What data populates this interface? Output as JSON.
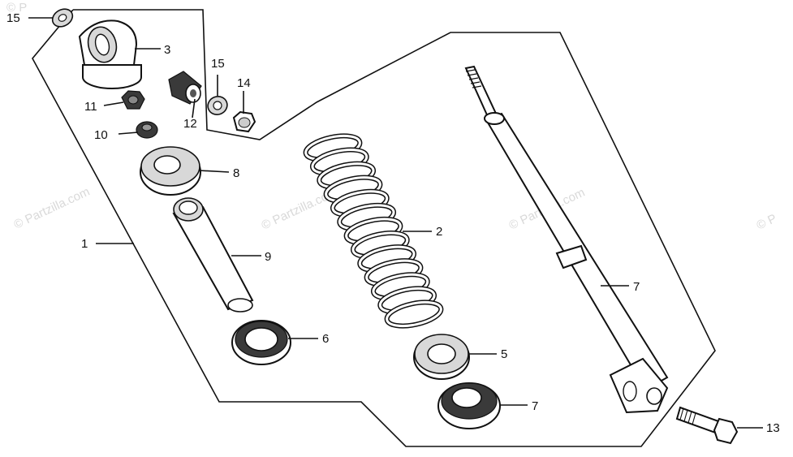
{
  "watermark": {
    "partzilla": "© Partzilla.com",
    "corner": "© P"
  },
  "callouts": {
    "c1": "1",
    "c2": "2",
    "c3": "3",
    "c5": "5",
    "c6": "6",
    "c7a": "7",
    "c7b": "7",
    "c8": "8",
    "c9": "9",
    "c10": "10",
    "c11": "11",
    "c12": "12",
    "c13": "13",
    "c14": "14",
    "c15a": "15",
    "c15b": "15"
  }
}
